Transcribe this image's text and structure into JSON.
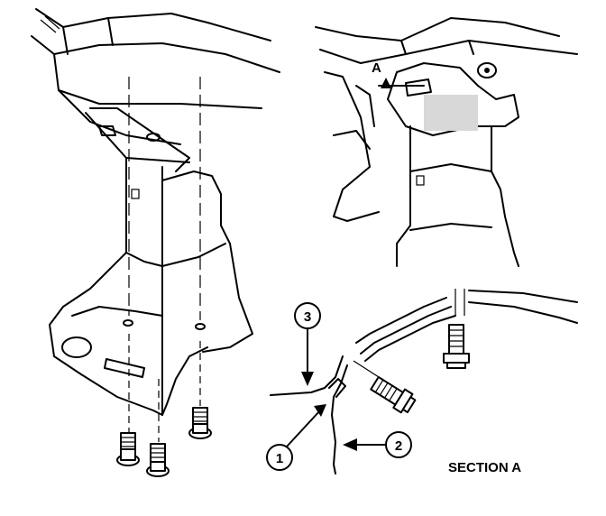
{
  "callouts": [
    {
      "id": "c1",
      "label": "1"
    },
    {
      "id": "c2",
      "label": "2"
    },
    {
      "id": "c3",
      "label": "3"
    }
  ],
  "view_marker": "A",
  "section_title": "SECTION A"
}
